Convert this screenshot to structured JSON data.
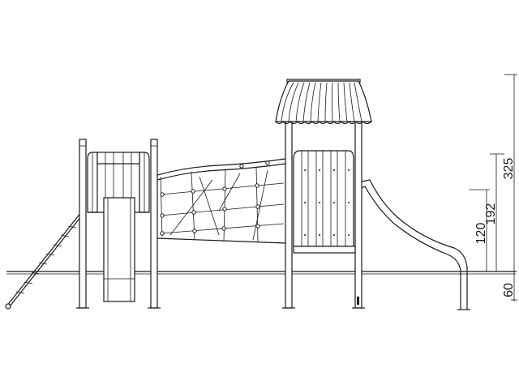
{
  "dimensions": {
    "total_height": "325",
    "platform_height_high": "192",
    "platform_height_low": "120",
    "foundation_depth": "60"
  }
}
